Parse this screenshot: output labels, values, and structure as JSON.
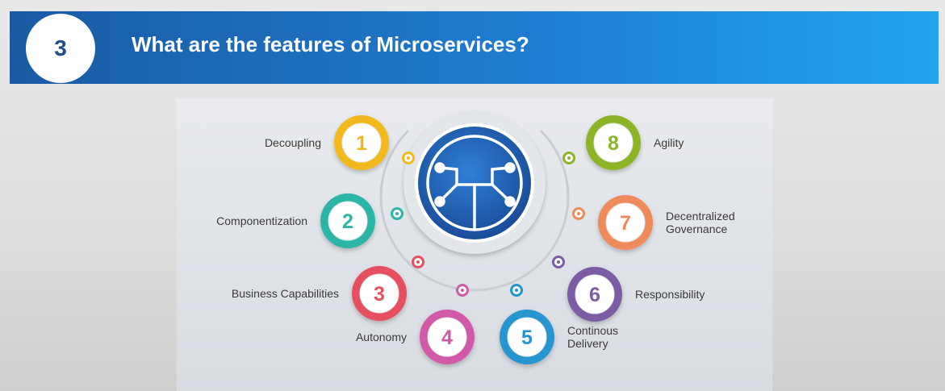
{
  "slide": {
    "number": "3",
    "title": "What are the features of Microservices?"
  },
  "hub": {
    "icon": "network-connections-icon"
  },
  "features": [
    {
      "number": "1",
      "label": "Decoupling",
      "color": "#f2b81c"
    },
    {
      "number": "2",
      "label": "Componentization",
      "color": "#2bb5a6"
    },
    {
      "number": "3",
      "label": "Business Capabilities",
      "color": "#e5505f"
    },
    {
      "number": "4",
      "label": "Autonomy",
      "color": "#d15aa8"
    },
    {
      "number": "5",
      "label": "Continous Delivery",
      "color": "#2595d0"
    },
    {
      "number": "6",
      "label": "Responsibility",
      "color": "#7d5ca6"
    },
    {
      "number": "7",
      "label": "Decentralized Governance",
      "color": "#ef8a5a"
    },
    {
      "number": "8",
      "label": "Agility",
      "color": "#8bb526"
    }
  ],
  "dot_colors": [
    "#f2b81c",
    "#2bb5a6",
    "#e5505f",
    "#d15aa8",
    "#2595d0",
    "#7d5ca6",
    "#ef8a5a",
    "#8bb526"
  ]
}
